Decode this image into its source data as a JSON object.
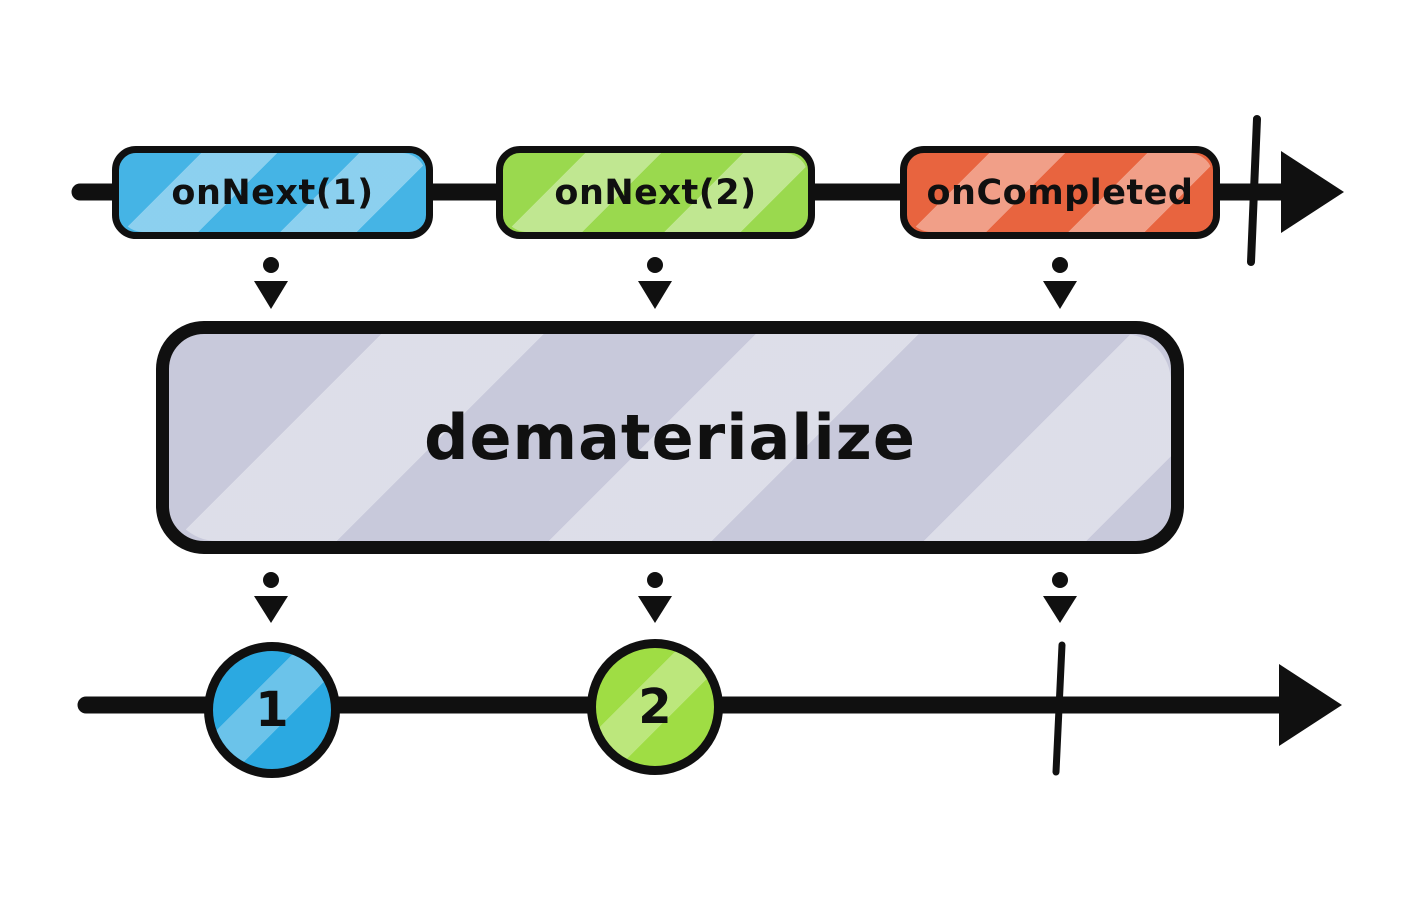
{
  "operator": {
    "label": "dematerialize",
    "fill": "#c8c9db"
  },
  "input_stream": {
    "events": [
      {
        "label": "onNext(1)",
        "type": "notification-pill",
        "color": "#45b4e5"
      },
      {
        "label": "onNext(2)",
        "type": "notification-pill",
        "color": "#9ad94e"
      },
      {
        "label": "onCompleted",
        "type": "notification-pill",
        "color": "#e8643f"
      }
    ],
    "complete_tick": true,
    "line_color": "#101010"
  },
  "output_stream": {
    "marbles": [
      {
        "label": "1",
        "color": "#2ba9e1"
      },
      {
        "label": "2",
        "color": "#9fdd44"
      }
    ],
    "complete_tick": true,
    "line_color": "#101010"
  }
}
